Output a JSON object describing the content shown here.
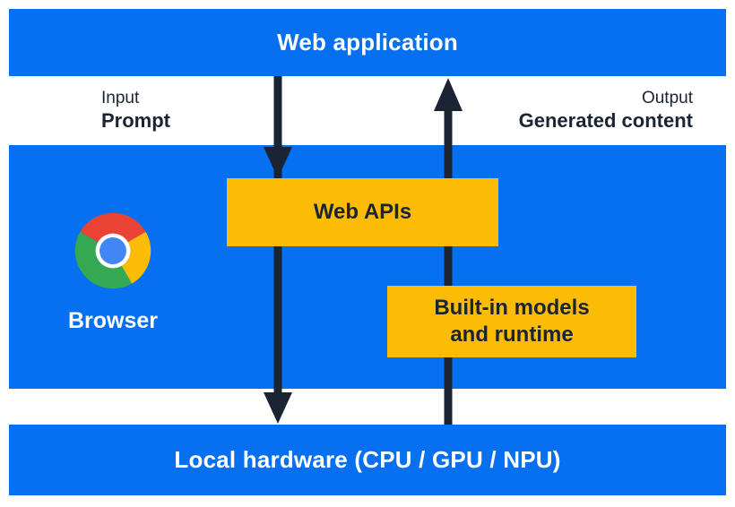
{
  "colors": {
    "blue": "#0770F0",
    "yellow": "#FCBC05",
    "arrow": "#1A2433",
    "text_dark": "#1A2433",
    "text_light": "#FFFFFF",
    "chrome_red": "#EA4335",
    "chrome_yellow": "#FCBC05",
    "chrome_green": "#34A853",
    "chrome_blue": "#4285F4"
  },
  "top_bar": {
    "label": "Web application"
  },
  "io_labels": {
    "input_title": "Input",
    "input_value": "Prompt",
    "output_title": "Output",
    "output_value": "Generated content"
  },
  "browser": {
    "label": "Browser",
    "icon": "chrome-logo"
  },
  "boxes": {
    "web_apis": {
      "label": "Web APIs"
    },
    "builtin": {
      "line1": "Built-in models",
      "line2": "and runtime"
    }
  },
  "bottom_bar": {
    "label": "Local hardware (CPU / GPU / NPU)"
  },
  "arrows": {
    "down": {
      "direction": "down",
      "from": "Web application",
      "via": "Web APIs",
      "to": "Local hardware"
    },
    "up": {
      "direction": "up",
      "from": "Local hardware",
      "via": "Built-in models and runtime",
      "to": "Web application"
    }
  }
}
